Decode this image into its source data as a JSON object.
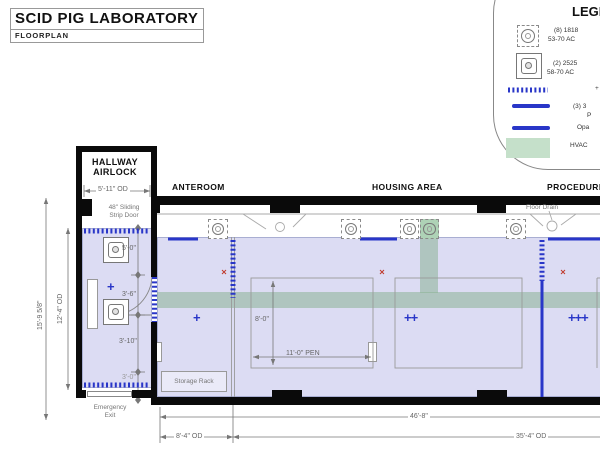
{
  "title": {
    "main": "SCID PIG LABORATORY",
    "sub": "FLOORPLAN"
  },
  "legend": {
    "heading": "LEGEND",
    "item1_line1": "(8) 1818",
    "item1_line2": "53-70 AC",
    "item2_line1": "(2) 2525",
    "item2_line2": "58-70 AC",
    "item3_fragment": "+",
    "item4_line1": "(3) 3",
    "item4_line2": "P",
    "item5_line1": "Opa",
    "item6_line1": "HVAC"
  },
  "rooms": {
    "hallway_line1": "HALLWAY",
    "hallway_line2": "AIRLOCK",
    "anteroom": "ANTEROOM",
    "housing": "HOUSING AREA",
    "procedure": "PROCEDURE"
  },
  "labels": {
    "strip_door_line1": "48\" Sliding",
    "strip_door_line2": "Strip Door",
    "floor_drain": "Floor Drain",
    "storage_rack": "Storage Rack",
    "emergency_line1": "Emergency",
    "emergency_line2": "Exit"
  },
  "dimensions": {
    "airlock_width": "5'-11\" OD",
    "airlock_seg1": "5'-0\"",
    "airlock_seg2": "3'-6\"",
    "airlock_seg3": "3'-10\"",
    "airlock_seg4": "3'-0\"",
    "airlock_height": "12'-4\" OD",
    "overall_height": "15'-9 5/8\"",
    "pen_depth": "8'-0\"",
    "pen_width": "11'-0\" PEN",
    "bottom_total": "46'-8\"",
    "anteroom_width": "8'-4\" OD",
    "housing_width": "35'-4\" OD"
  },
  "markers": {
    "airlock": "+",
    "anteroom": "+",
    "housing": "++",
    "procedure": "+++"
  },
  "colors": {
    "accent_blue": "#2936c8",
    "hvac_green": "#b7d3bd",
    "floor_lavender": "#dcdcf3",
    "dim_gray": "#666666",
    "wall_black": "#0a0a0a",
    "marker_red": "#c0392b"
  }
}
